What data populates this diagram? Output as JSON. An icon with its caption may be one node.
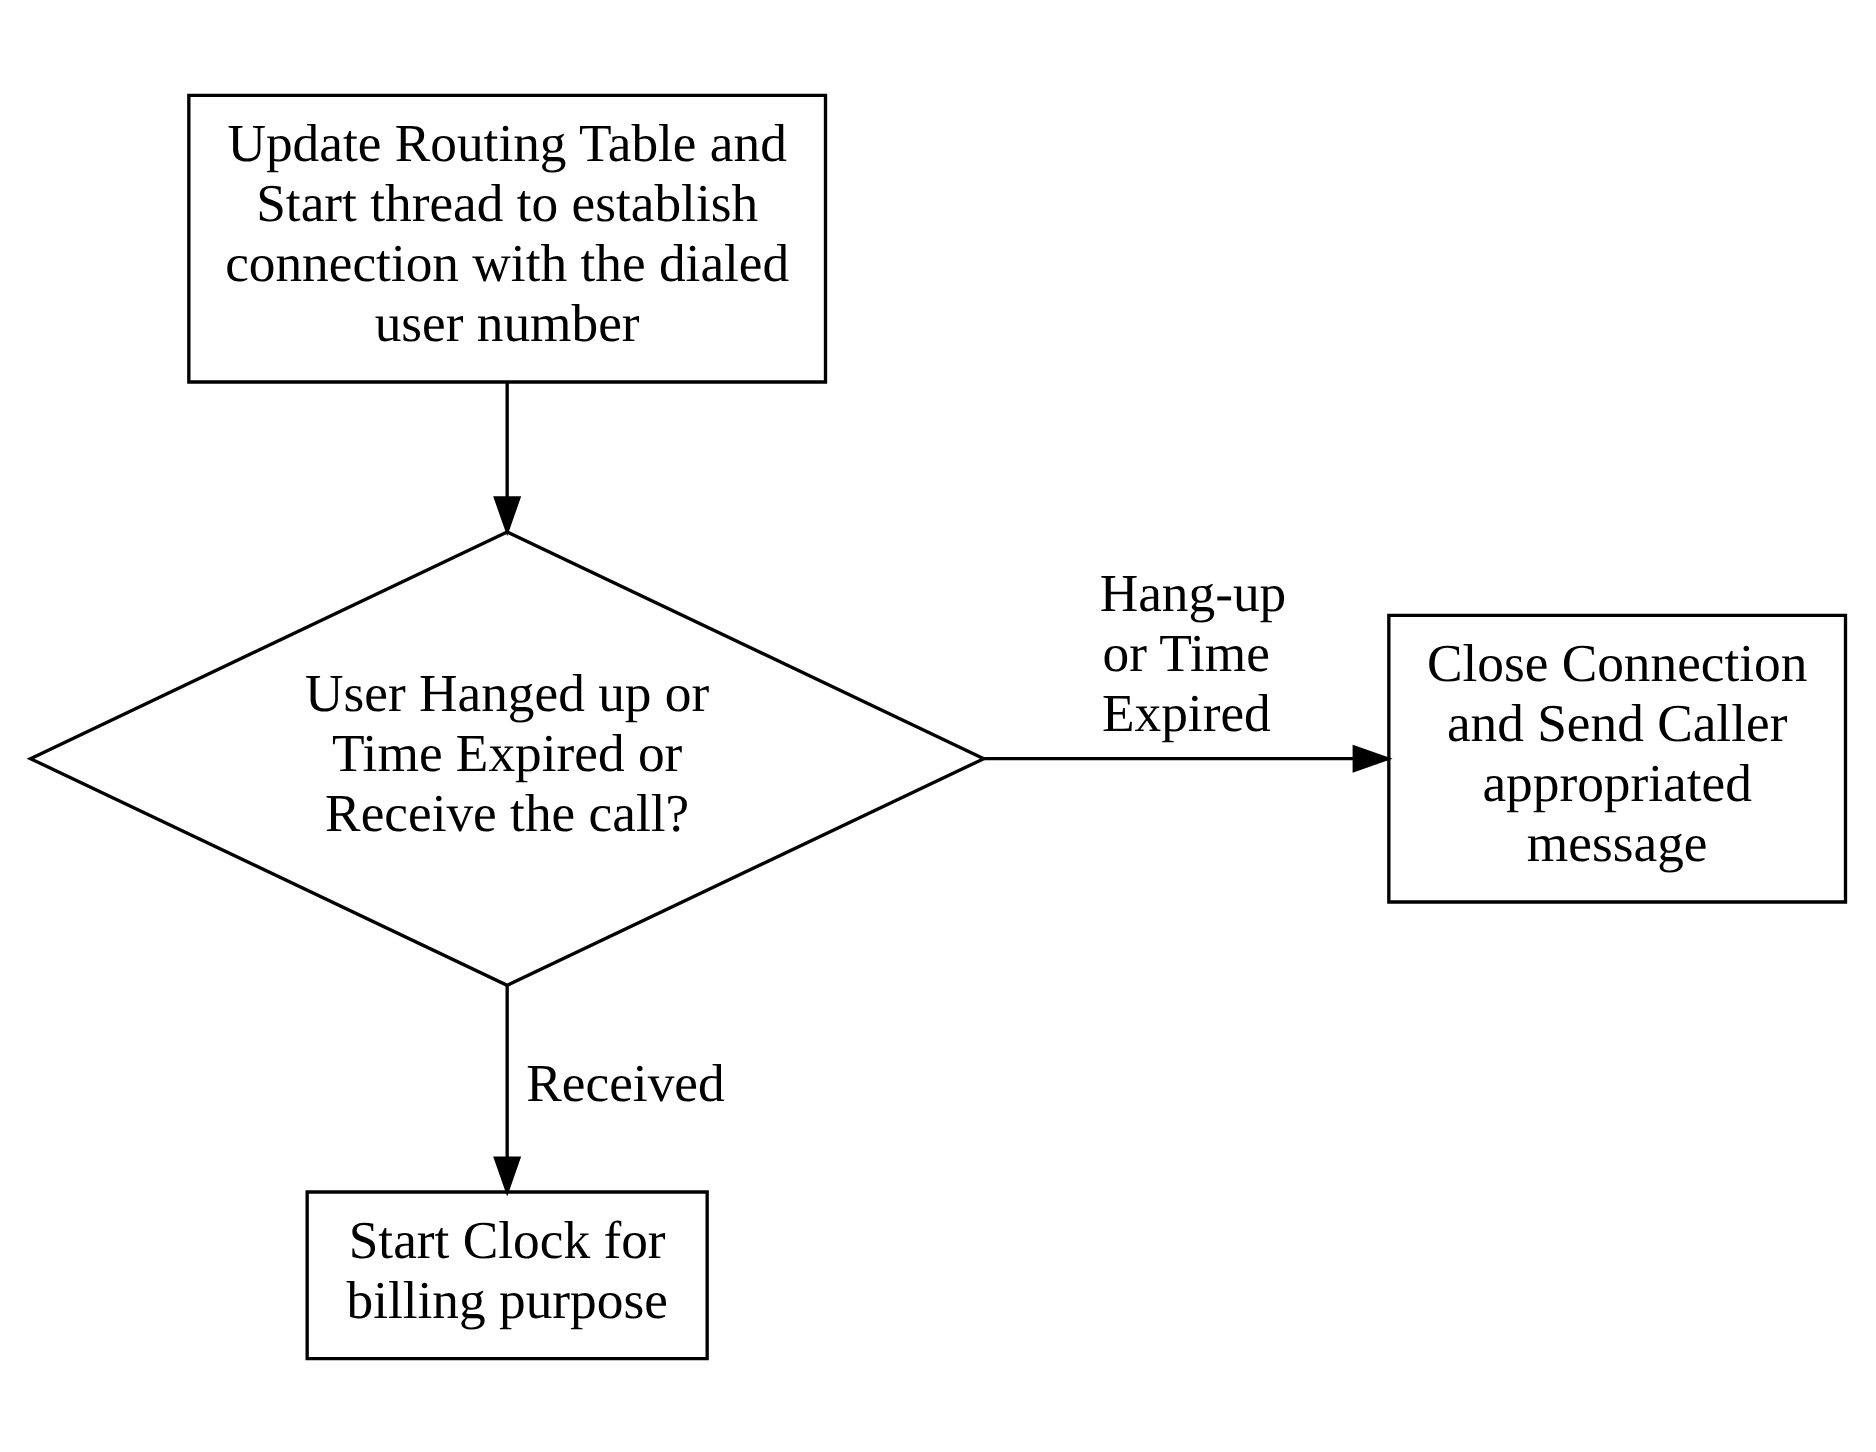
{
  "diagram": {
    "nodes": [
      {
        "text": [
          "Update Routing Table and Start thread to establish connection with the dialed user number"
        ]
      },
      {
        "text": [
          "User Hanged up or Time Expired or Receive the call?"
        ]
      },
      {
        "text": [
          "Close Connection and Send Caller appropriated message"
        ]
      },
      {
        "text": [
          "Start Clock for billing purpose"
        ]
      }
    ],
    "edges": [
      {
        "from": 0,
        "to": 1,
        "arrow": "to"
      },
      {
        "from": 1,
        "to": 2,
        "arrow": "to",
        "label": "Hang-up or Time Expired"
      },
      {
        "from": 1,
        "to": 3,
        "arrow": "to",
        "label": "Received"
      }
    ]
  }
}
